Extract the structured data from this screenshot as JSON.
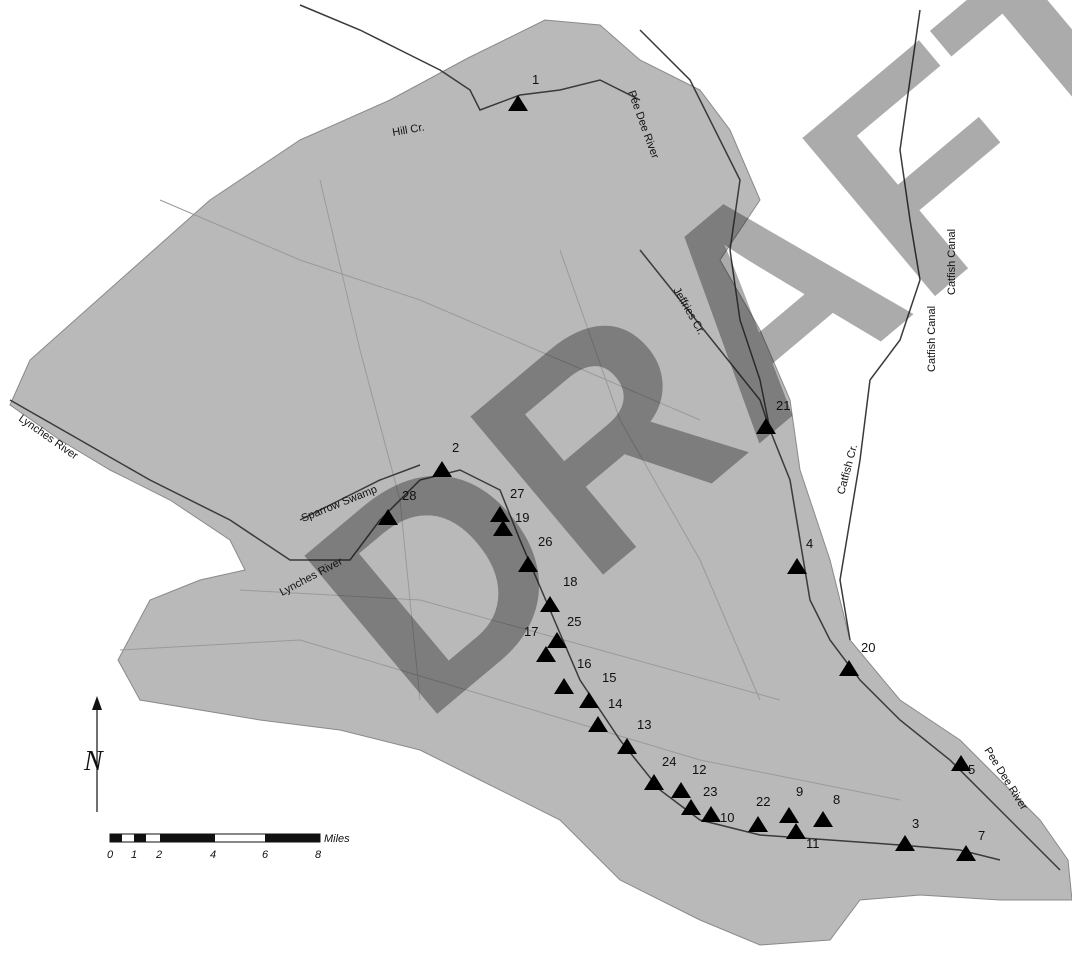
{
  "watermark": "DRAFT",
  "map": {
    "colors": {
      "land": "#b9b9b9",
      "river": "#3a3a3a",
      "road": "#9a9a9a",
      "marker": "#000000"
    },
    "river_labels": [
      "Hill Cr.",
      "Pee Dee River",
      "Catfish Canal",
      "Catfish Canal",
      "Jeffries Cr.",
      "Catfish Cr.",
      "Lynches River",
      "Sparrow Swamp",
      "Lynches River",
      "Pee Dee River"
    ],
    "sites": [
      "1",
      "2",
      "3",
      "4",
      "5",
      "7",
      "8",
      "9",
      "10",
      "11",
      "12",
      "13",
      "14",
      "15",
      "16",
      "17",
      "18",
      "19",
      "20",
      "21",
      "22",
      "23",
      "24",
      "25",
      "26",
      "27",
      "28"
    ]
  },
  "scale_bar": {
    "unit": "Miles",
    "ticks": [
      "0",
      "1",
      "2",
      "4",
      "6",
      "8"
    ]
  },
  "north_arrow": {
    "icon": "north-arrow-icon",
    "label": "N"
  }
}
